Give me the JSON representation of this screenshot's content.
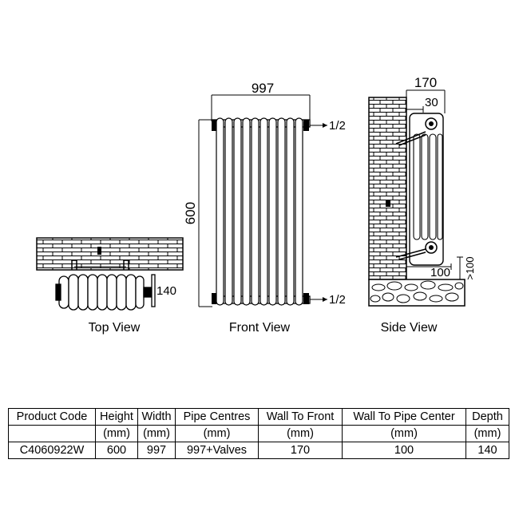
{
  "dimensions": {
    "width": "997",
    "height": "600",
    "pipe_top": "1/2",
    "pipe_bottom": "1/2",
    "top_depth": "140",
    "side_depth": "170",
    "side_wall_offset": "30",
    "side_pipe_center": "100",
    "side_floor_clearance": ">100"
  },
  "views": {
    "top": "Top View",
    "front": "Front View",
    "side": "Side View"
  },
  "table": {
    "headers": [
      "Product Code",
      "Height",
      "Width",
      "Pipe Centres",
      "Wall To Front",
      "Wall To Pipe Center",
      "Depth"
    ],
    "units": [
      "",
      "(mm)",
      "(mm)",
      "(mm)",
      "(mm)",
      "(mm)",
      "(mm)"
    ],
    "row": [
      "C4060922W",
      "600",
      "997",
      "997+Valves",
      "170",
      "100",
      "140"
    ]
  }
}
